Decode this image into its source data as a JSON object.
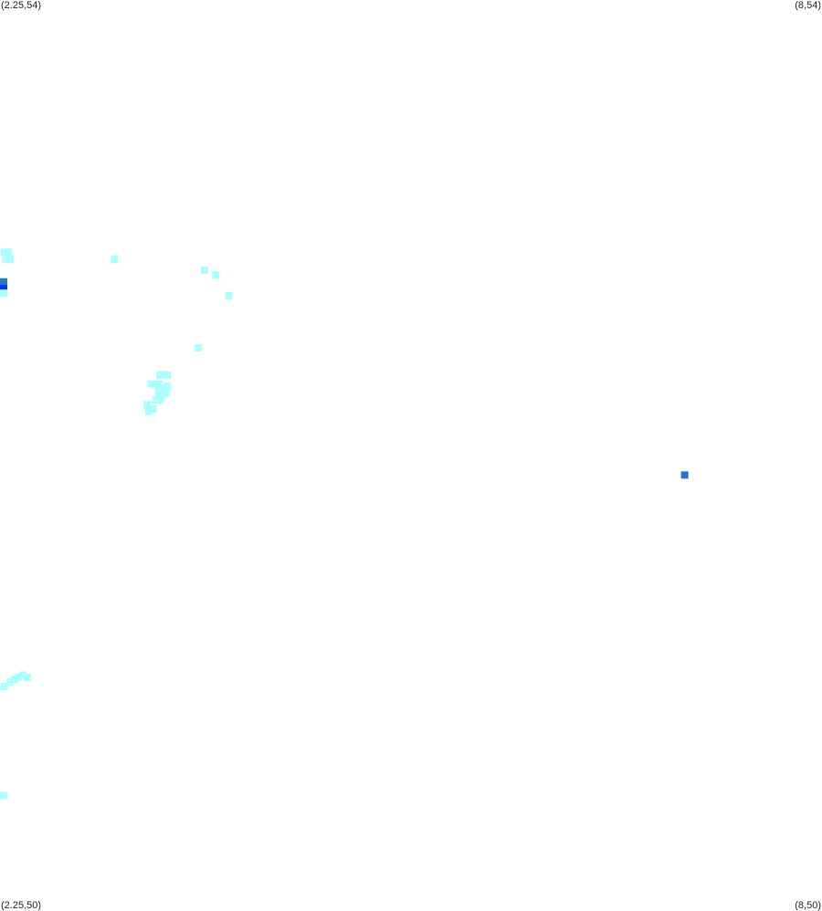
{
  "map": {
    "corner_labels": {
      "top_left": "(2.25,54)",
      "top_right": "(8,54)",
      "bottom_left": "(2.25,50)",
      "bottom_right": "(8,50)"
    },
    "extent": {
      "lon_min": 2.25,
      "lon_max": 8,
      "lat_min": 50,
      "lat_max": 54
    },
    "colors": {
      "background": "#ffffff",
      "low": "#aaffff",
      "medium": "#2277cc",
      "high": "#1133ee"
    }
  },
  "chart_data": {
    "type": "heatmap",
    "cells": [
      {
        "lon": 2.28,
        "lat": 52.89,
        "level": "low"
      },
      {
        "lon": 2.31,
        "lat": 52.89,
        "level": "low"
      },
      {
        "lon": 2.29,
        "lat": 52.86,
        "level": "low"
      },
      {
        "lon": 2.32,
        "lat": 52.86,
        "level": "low"
      },
      {
        "lon": 3.05,
        "lat": 52.86,
        "level": "low"
      },
      {
        "lon": 3.68,
        "lat": 52.81,
        "level": "low"
      },
      {
        "lon": 3.76,
        "lat": 52.79,
        "level": "low"
      },
      {
        "lon": 2.25,
        "lat": 52.76,
        "level": "medium"
      },
      {
        "lon": 2.26,
        "lat": 52.73,
        "level": "high"
      },
      {
        "lon": 2.26,
        "lat": 52.71,
        "level": "low"
      },
      {
        "lon": 3.85,
        "lat": 52.7,
        "level": "low"
      },
      {
        "lon": 3.64,
        "lat": 52.47,
        "level": "low"
      },
      {
        "lon": 3.37,
        "lat": 52.35,
        "level": "low"
      },
      {
        "lon": 3.42,
        "lat": 52.35,
        "level": "low"
      },
      {
        "lon": 3.31,
        "lat": 52.31,
        "level": "low"
      },
      {
        "lon": 3.36,
        "lat": 52.31,
        "level": "low"
      },
      {
        "lon": 3.42,
        "lat": 52.3,
        "level": "low"
      },
      {
        "lon": 3.36,
        "lat": 52.29,
        "level": "low"
      },
      {
        "lon": 3.38,
        "lat": 52.29,
        "level": "low"
      },
      {
        "lon": 3.39,
        "lat": 52.28,
        "level": "low"
      },
      {
        "lon": 3.41,
        "lat": 52.27,
        "level": "low"
      },
      {
        "lon": 3.36,
        "lat": 52.26,
        "level": "low"
      },
      {
        "lon": 3.34,
        "lat": 52.24,
        "level": "low"
      },
      {
        "lon": 3.37,
        "lat": 52.24,
        "level": "low"
      },
      {
        "lon": 3.4,
        "lat": 52.27,
        "level": "low"
      },
      {
        "lon": 3.29,
        "lat": 52.19,
        "level": "low"
      },
      {
        "lon": 3.28,
        "lat": 52.22,
        "level": "low"
      },
      {
        "lon": 3.32,
        "lat": 52.2,
        "level": "low"
      },
      {
        "lon": 3.4,
        "lat": 52.28,
        "level": "low"
      },
      {
        "lon": 7.04,
        "lat": 51.91,
        "level": "medium"
      },
      {
        "lon": 2.28,
        "lat": 50.98,
        "level": "low"
      },
      {
        "lon": 2.32,
        "lat": 51.0,
        "level": "low"
      },
      {
        "lon": 2.35,
        "lat": 51.01,
        "level": "low"
      },
      {
        "lon": 2.38,
        "lat": 51.02,
        "level": "low"
      },
      {
        "lon": 2.41,
        "lat": 51.03,
        "level": "low"
      },
      {
        "lon": 2.44,
        "lat": 51.02,
        "level": "low"
      },
      {
        "lon": 2.26,
        "lat": 50.5,
        "level": "low"
      }
    ]
  }
}
